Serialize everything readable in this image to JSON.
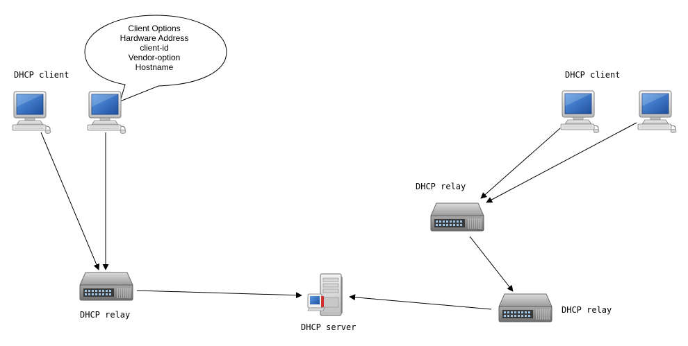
{
  "labels": {
    "client_left": "DHCP client",
    "client_right": "DHCP client",
    "relay_left": "DHCP relay",
    "relay_right_top": "DHCP relay",
    "relay_right_bottom": "DHCP relay",
    "server": "DHCP server"
  },
  "callout": {
    "lines": [
      "Client Options",
      "Hardware Address",
      "client-id",
      "Vendor-option",
      "Hostname"
    ]
  },
  "icons": {
    "client": "desktop-computer-icon",
    "relay": "network-switch-icon",
    "server": "server-tower-icon"
  },
  "colors": {
    "screen_blue": "#2f6fc4",
    "device_gray": "#8c8c8c",
    "line": "#000000"
  }
}
